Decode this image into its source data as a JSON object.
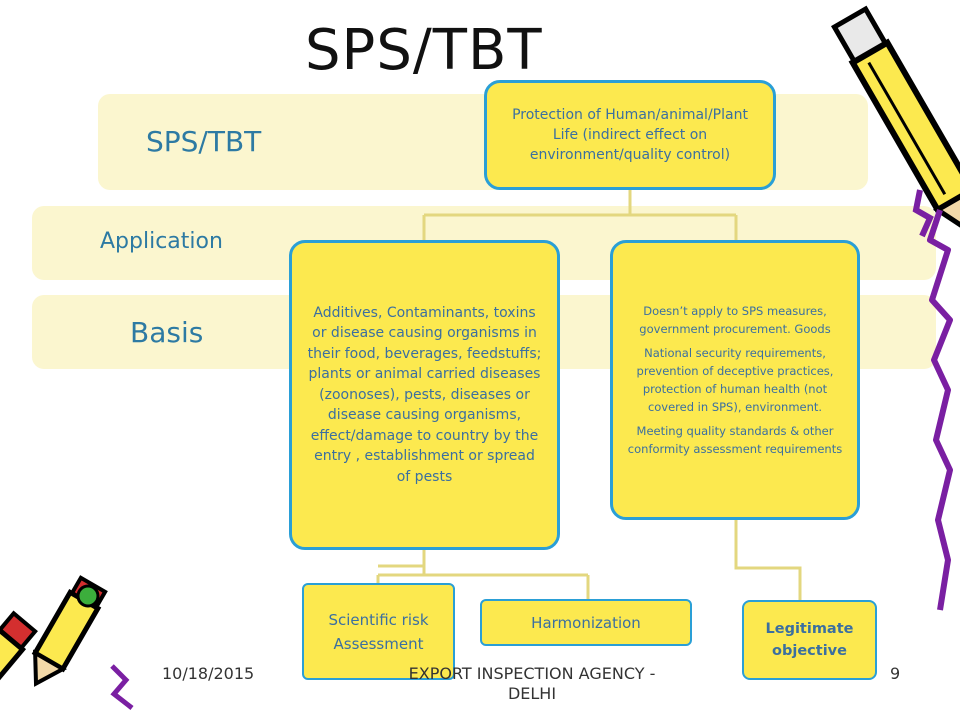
{
  "slide": {
    "title": "SPS/TBT",
    "bands": {
      "row1_label": "SPS/TBT",
      "row2_label": "Application",
      "row3_label": "Basis"
    },
    "nodes": {
      "top": "Protection of Human/animal/Plant Life (indirect effect on environment/quality control)",
      "sps_application": "Additives, Contaminants, toxins or disease causing organisms in their food, beverages, feedstuffs; plants or animal carried diseases (zoonoses), pests, diseases or disease causing organisms, effect/damage to country by the entry , establishment or spread of pests",
      "tbt_application_p1": "Doesn’t apply to SPS measures, government procurement. Goods",
      "tbt_application_p2": "National security requirements, prevention of deceptive practices, protection of human health (not covered in SPS), environment.",
      "tbt_application_p3": "Meeting quality standards & other conformity assessment requirements",
      "scientific_risk": "Scientific risk Assessment",
      "harmonization": "Harmonization",
      "legitimate_objective": "Legitimate objective"
    },
    "footer": {
      "date": "10/18/2015",
      "organization": "EXPORT INSPECTION AGENCY - DELHI",
      "page_number": "9"
    },
    "colors": {
      "band": "#fbf6cf",
      "node_fill": "#fce94f",
      "node_border": "#2a9fd6",
      "node_text": "#3b6fa0",
      "connector": "#e3d77f",
      "label_text": "#2d7aa3"
    },
    "icons": [
      "pencil-icon-top-right",
      "pencil-icon-bottom-left"
    ]
  }
}
